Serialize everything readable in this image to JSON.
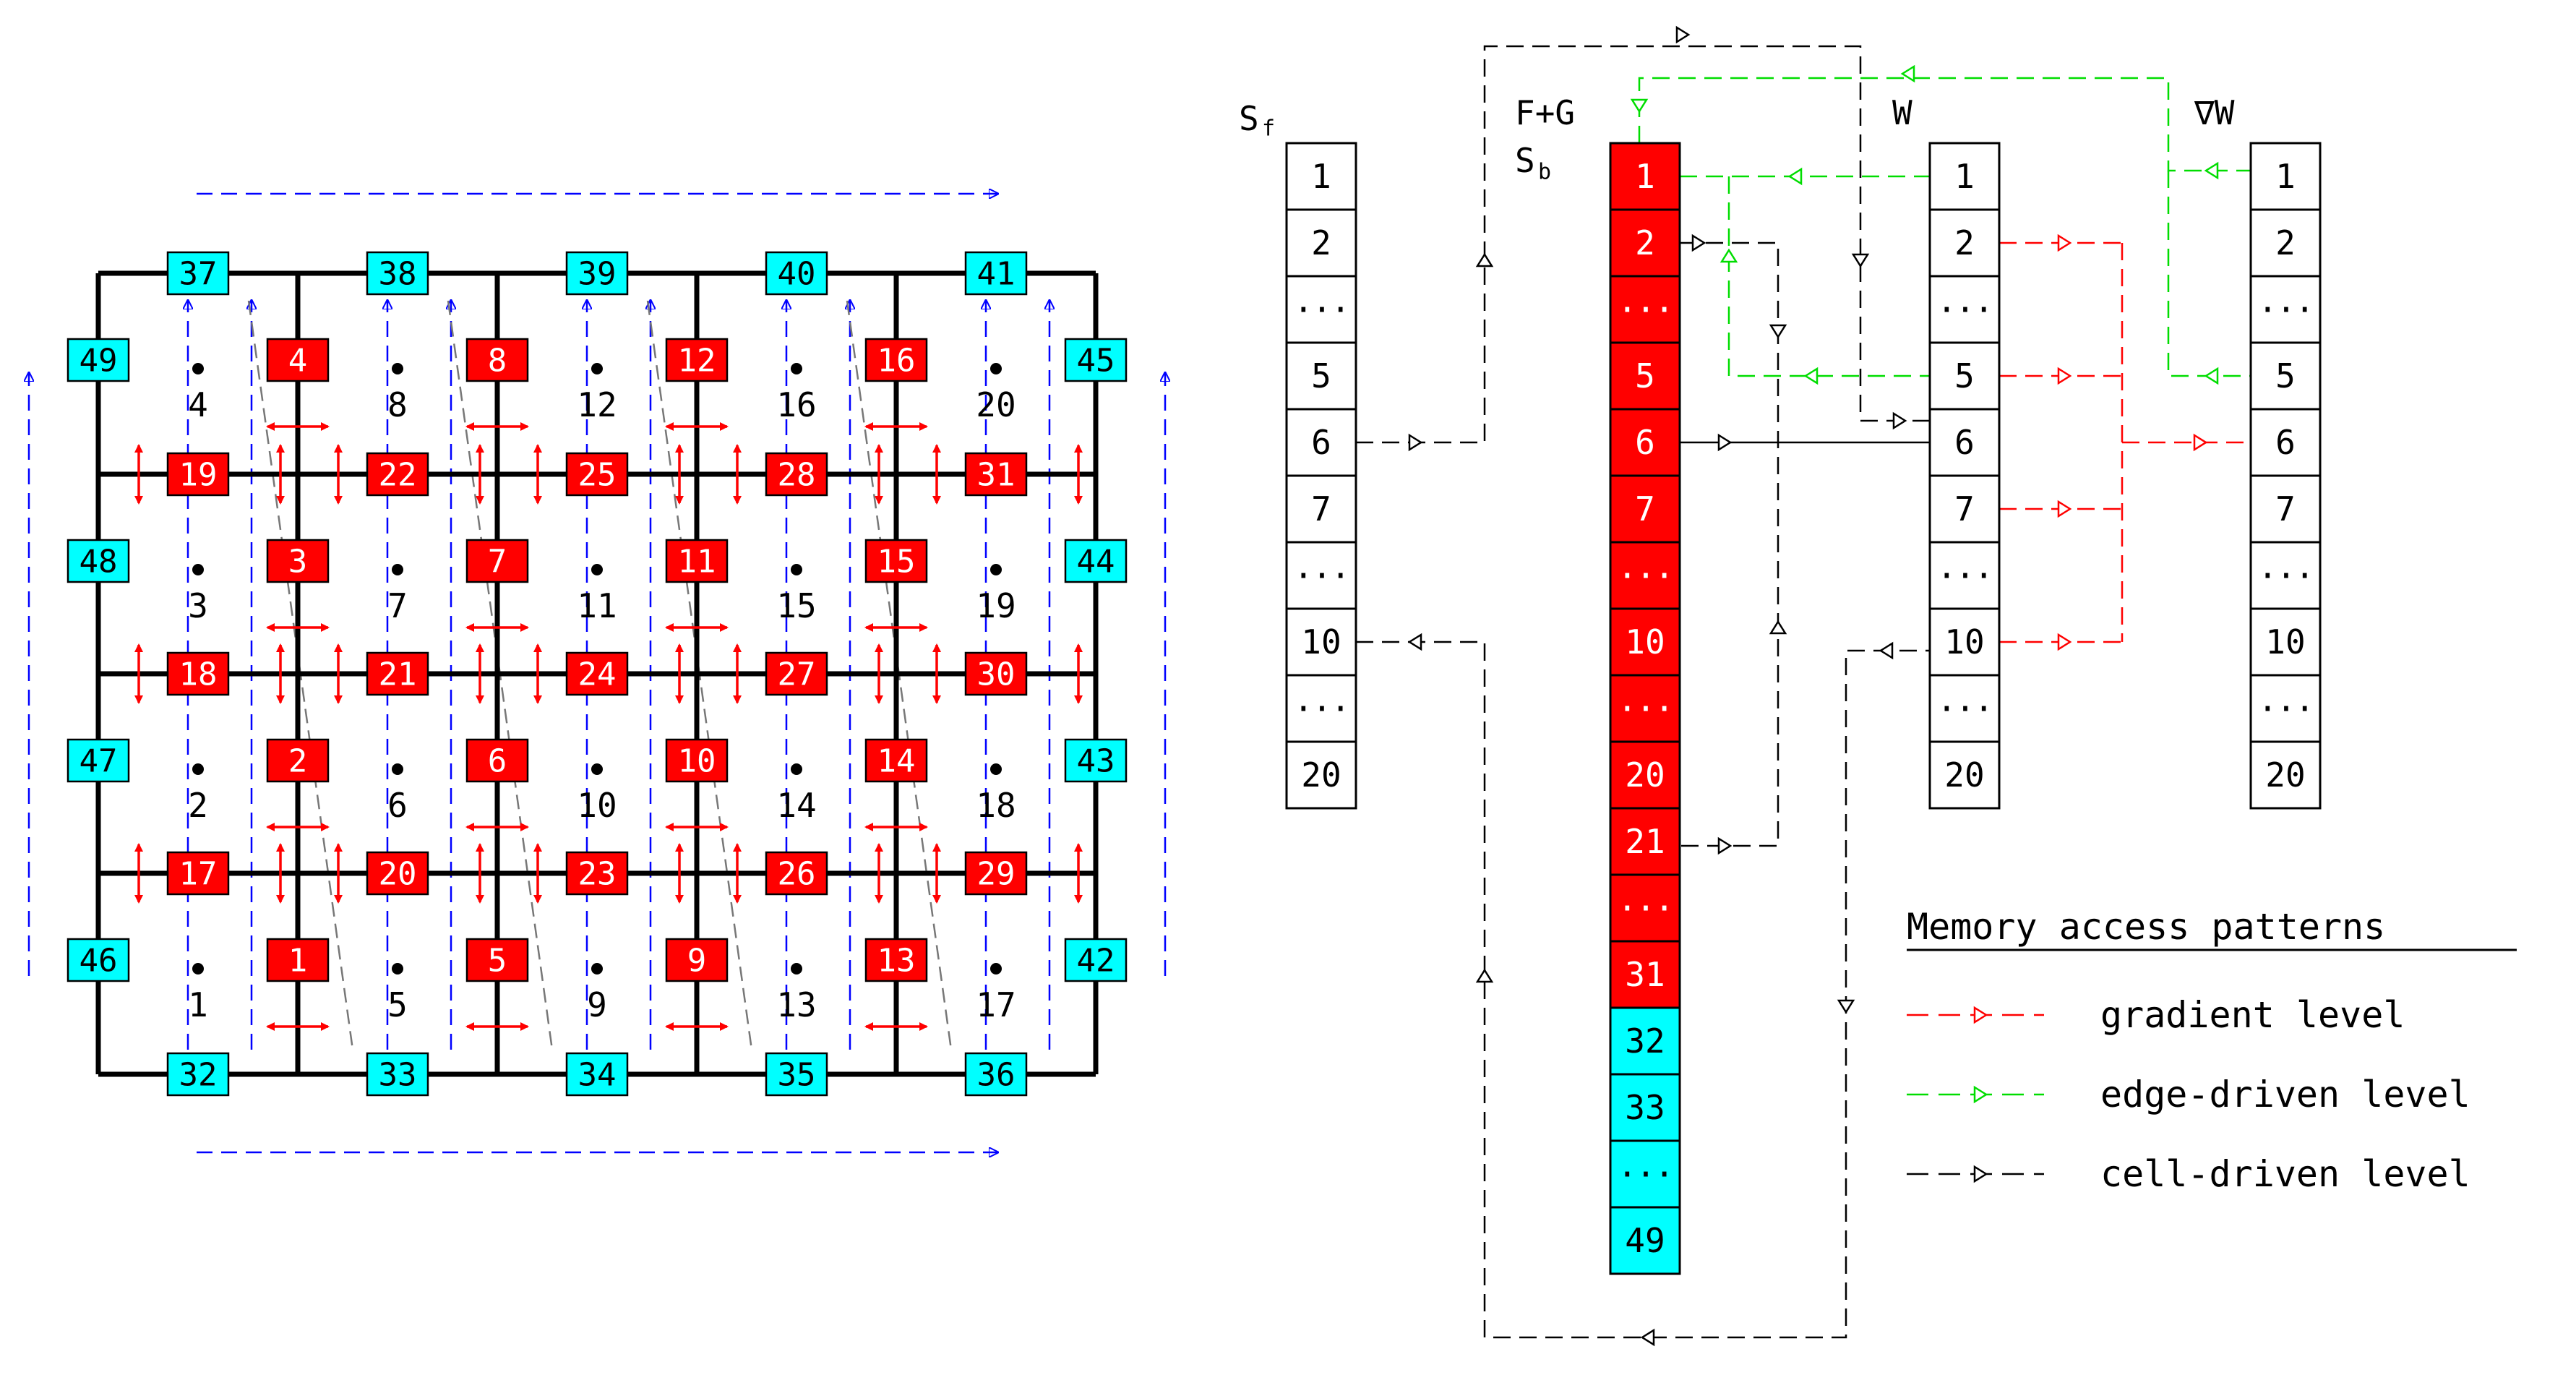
{
  "grid": {
    "cells": [
      "1",
      "2",
      "3",
      "4",
      "5",
      "6",
      "7",
      "8",
      "9",
      "10",
      "11",
      "12",
      "13",
      "14",
      "15",
      "16",
      "17",
      "18",
      "19",
      "20"
    ],
    "red_top": [
      "1",
      "2",
      "3",
      "4",
      "5",
      "6",
      "7",
      "8",
      "9",
      "10",
      "11",
      "12",
      "13",
      "14",
      "15",
      "16"
    ],
    "red_h": [
      "17",
      "18",
      "19",
      "20",
      "21",
      "22",
      "23",
      "24",
      "25",
      "26",
      "27",
      "28",
      "29",
      "30",
      "31"
    ],
    "cyan_bottom": [
      "32",
      "33",
      "34",
      "35",
      "36"
    ],
    "cyan_top": [
      "37",
      "38",
      "39",
      "40",
      "41"
    ],
    "cyan_right": [
      "42",
      "43",
      "44",
      "45"
    ],
    "cyan_left": [
      "46",
      "47",
      "48",
      "49"
    ]
  },
  "arrays": {
    "sf": {
      "title": "S",
      "sub": "f",
      "cells": [
        "1",
        "2",
        "···",
        "5",
        "6",
        "7",
        "···",
        "10",
        "···",
        "20"
      ]
    },
    "fg": {
      "title1": "F+G",
      "title2": "S",
      "sub": "b",
      "cells": [
        "1",
        "2",
        "···",
        "5",
        "6",
        "7",
        "···",
        "10",
        "···",
        "20",
        "21",
        "···",
        "31",
        "32",
        "33",
        "···",
        "49"
      ]
    },
    "w": {
      "title": "W",
      "cells": [
        "1",
        "2",
        "···",
        "5",
        "6",
        "7",
        "···",
        "10",
        "···",
        "20"
      ]
    },
    "gw": {
      "title": "∇W",
      "cells": [
        "1",
        "2",
        "···",
        "5",
        "6",
        "7",
        "···",
        "10",
        "···",
        "20"
      ]
    }
  },
  "legend": {
    "title": "Memory access patterns",
    "items": [
      {
        "label": "gradient level",
        "color": "#ff0000"
      },
      {
        "label": "edge-driven level",
        "color": "#00dd00"
      },
      {
        "label": "cell-driven level",
        "color": "#000000"
      }
    ]
  },
  "colors": {
    "red": "#ff0000",
    "cyan": "#00ffff",
    "blue": "#0000ff",
    "green": "#00dd00",
    "gray": "#777777"
  }
}
